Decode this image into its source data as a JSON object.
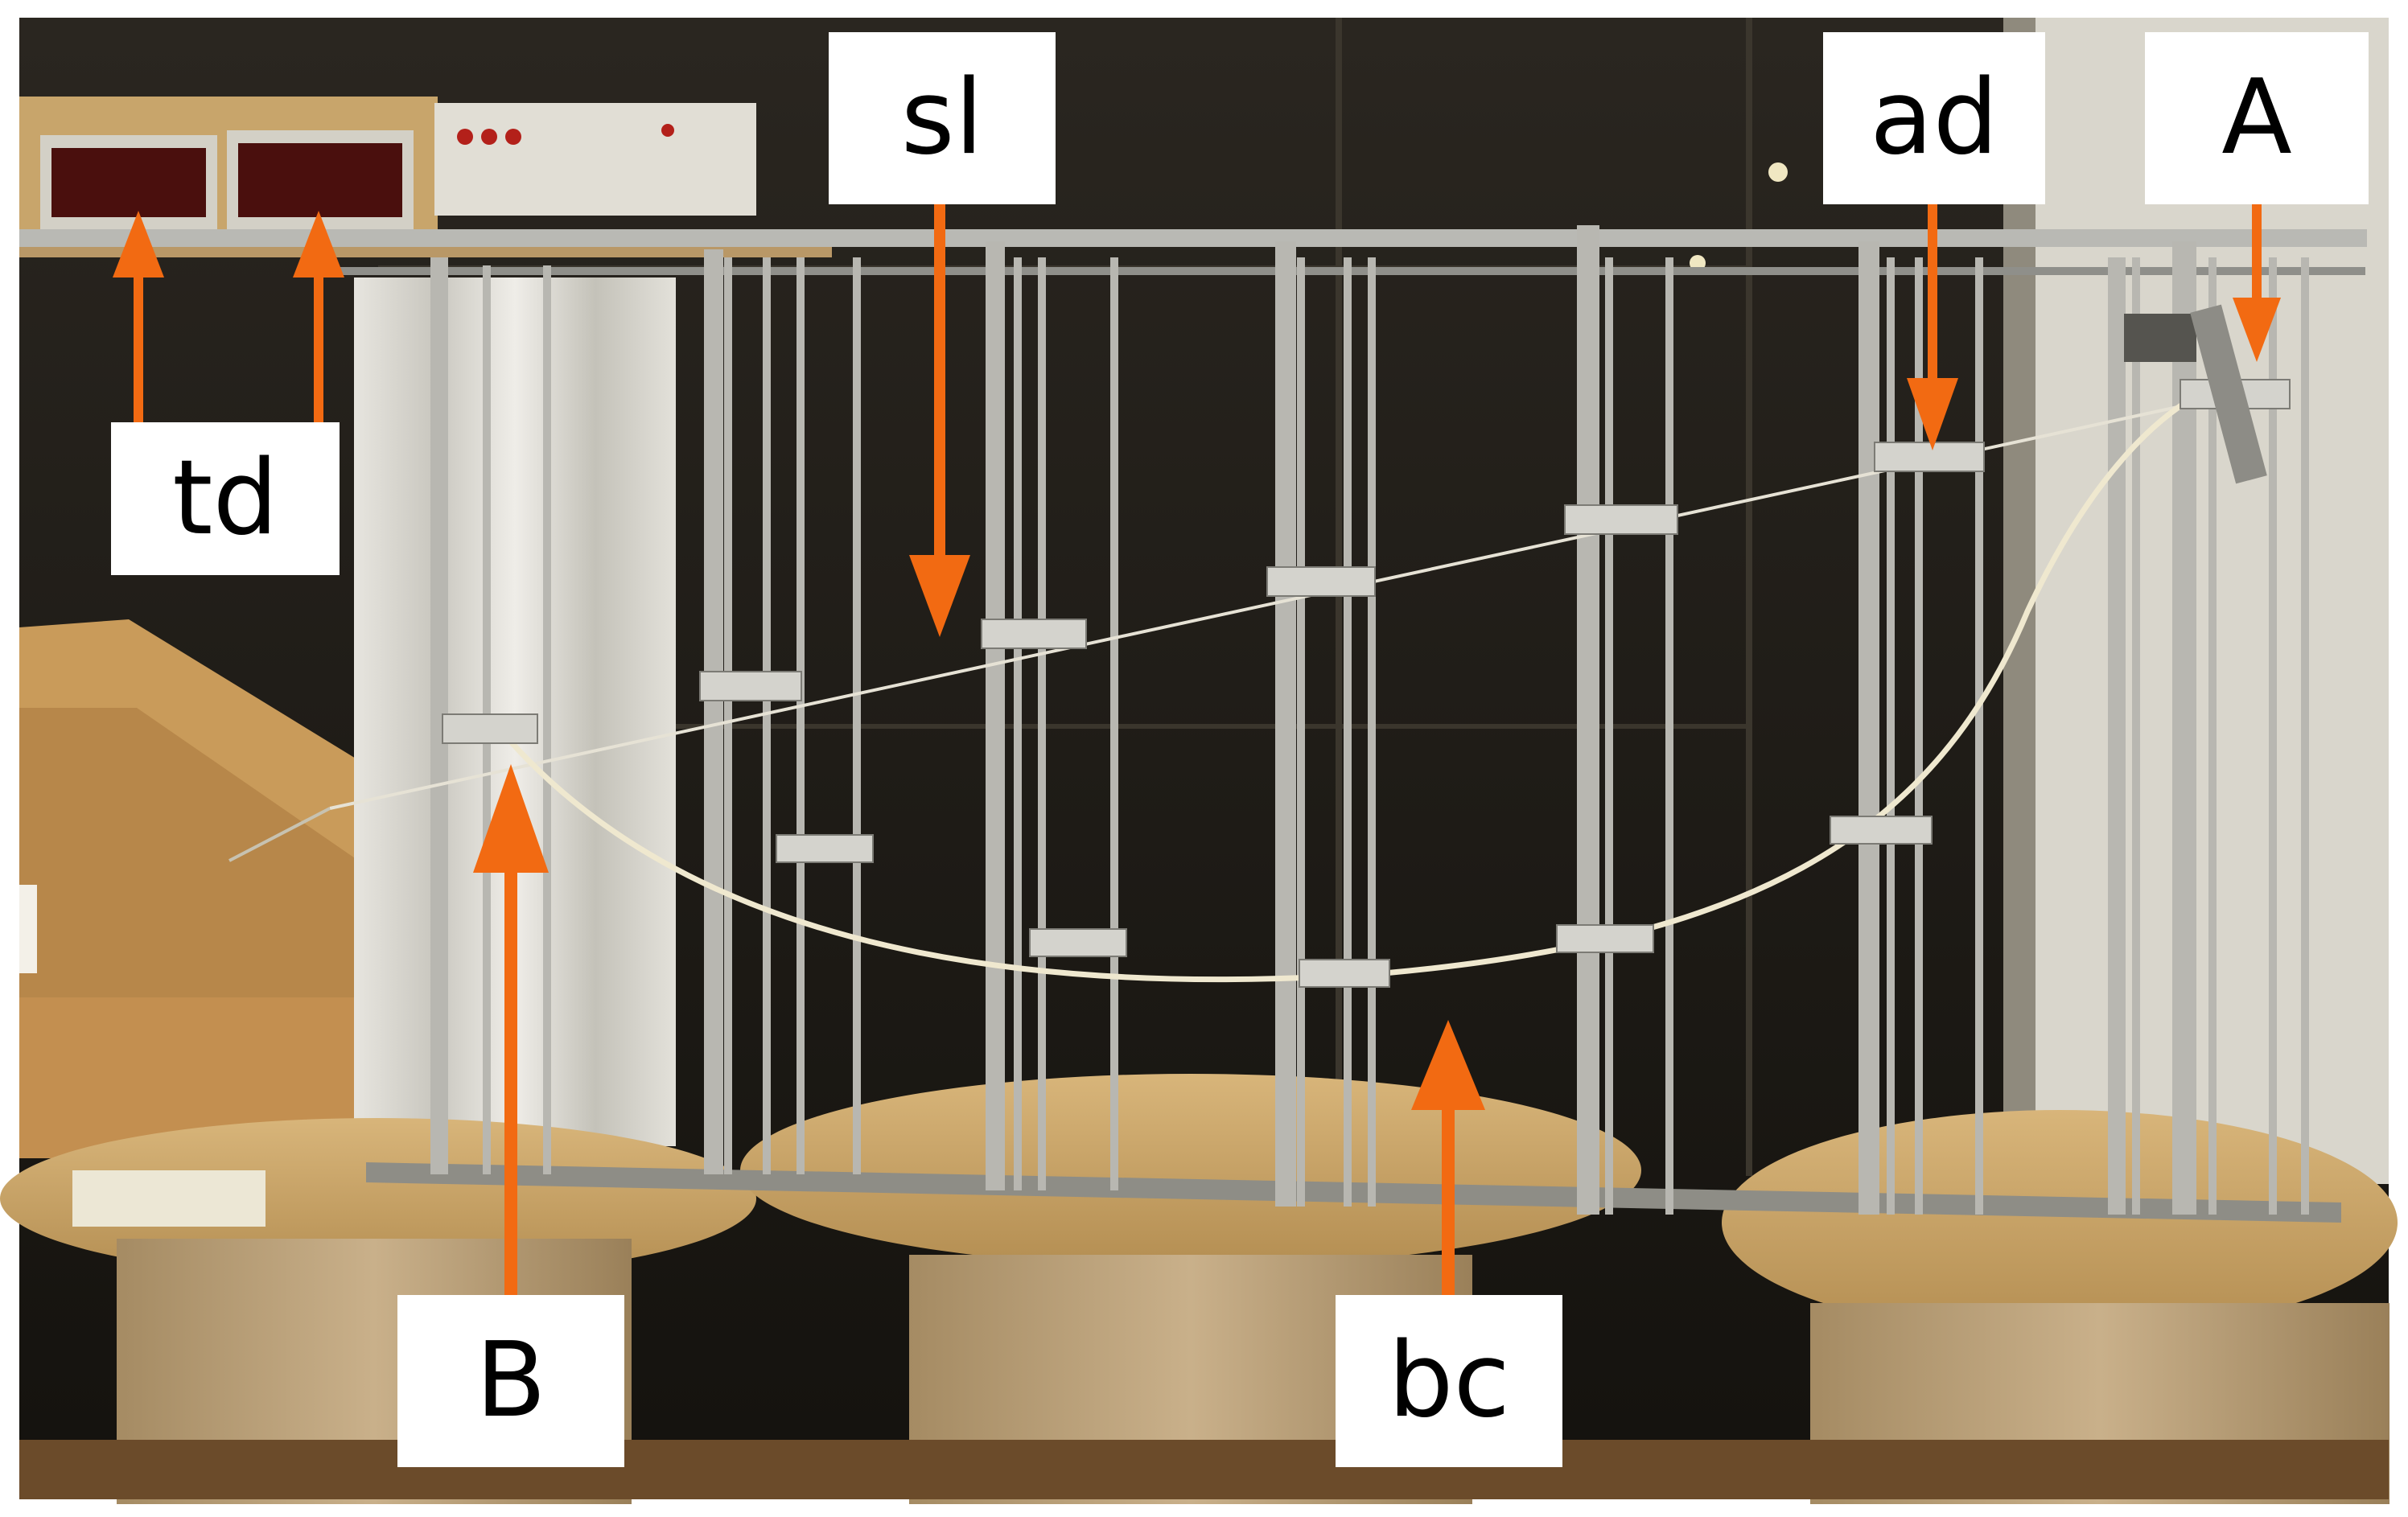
{
  "labels": {
    "td": "td",
    "sl": "sl",
    "ad": "ad",
    "A": "A",
    "B": "B",
    "bc": "bc"
  },
  "colors": {
    "arrow": "#f26a12",
    "label_bg": "#ffffff",
    "dark_background": "#1a1813",
    "table_wood": "#c9a56a",
    "metal": "#b9b9b4"
  }
}
